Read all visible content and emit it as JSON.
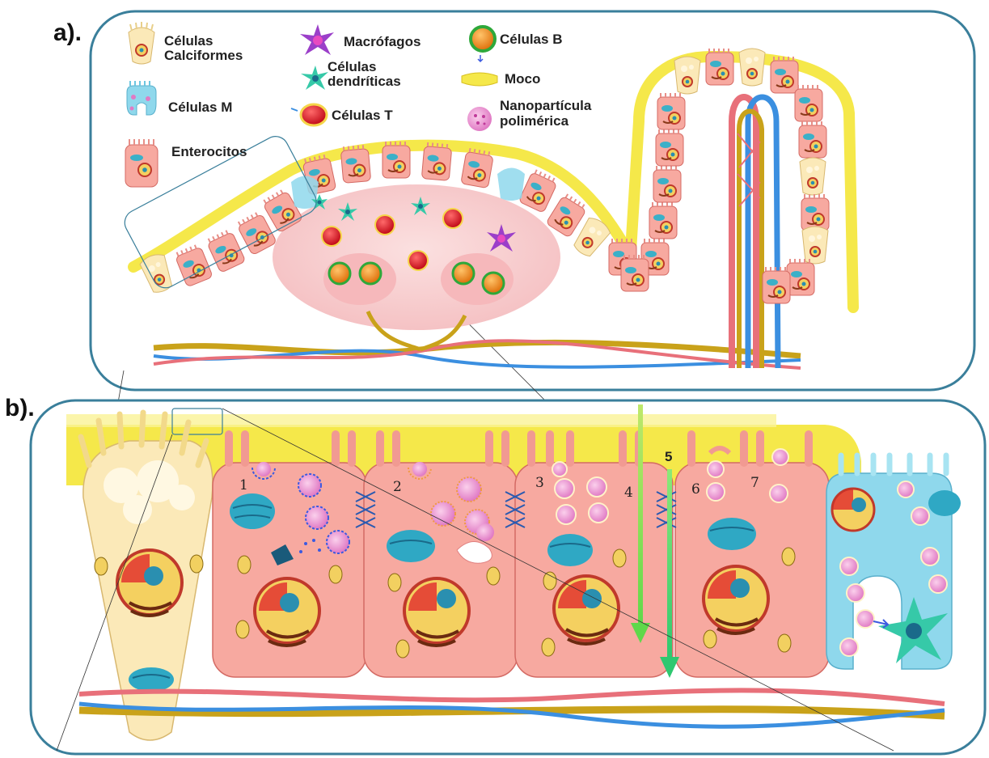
{
  "panels": {
    "a_label": "a).",
    "b_label": "b)."
  },
  "legend": {
    "goblet_line1": "Células",
    "goblet_line2": "Calciformes",
    "m_cells": "Células M",
    "enterocytes": "Enterocitos",
    "macrophages": "Macrófagos",
    "dendritic_line1": "Células",
    "dendritic_line2": "dendríticas",
    "t_cells": "Células T",
    "b_cells": "Células B",
    "mucus": "Moco",
    "nano_line1": "Nanopartícula",
    "nano_line2": "polimérica"
  },
  "steps": [
    "1",
    "2",
    "3",
    "4",
    "5",
    "6",
    "7"
  ],
  "colors": {
    "panel_border": "#3a7f9b",
    "mucus": "#f5e84a",
    "enterocyte": "#f7a9a0",
    "goblet": "#fbe9b8",
    "m_cell": "#8fd8ec",
    "t_cell": "#e0202a",
    "b_cell": "#f08c1e",
    "macrophage": "#9b3fc9",
    "dendritic": "#36c9a8",
    "artery": "#e8707a",
    "vein": "#3b8fe0",
    "nerve": "#c9a21a",
    "arrow": "#7ad83c"
  }
}
